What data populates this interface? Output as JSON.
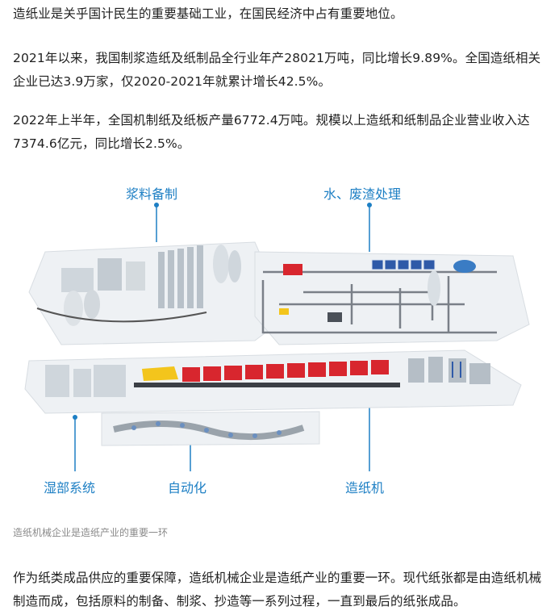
{
  "paragraphs": [
    "造纸业是关乎国计民生的重要基础工业，在国民经济中占有重要地位。",
    "2021年以来，我国制浆造纸及纸制品全行业年产28021万吨，同比增长9.89%。全国造纸相关企业已达3.9万家，仅2020-2021年就累计增长42.5%。",
    "2022年上半年，全国机制纸及纸板产量6772.4万吨。规模以上造纸和纸制品企业营业收入达7374.6亿元，同比增长2.5%。",
    "作为纸类成品供应的重要保障，造纸机械企业是造纸产业的重要一环。现代纸张都是由造纸机械制造而成，包括原料的制备、制浆、抄造等一系列过程，一直到最后的纸张成品。"
  ],
  "figure": {
    "labels": {
      "pulp": "浆料备制",
      "water": "水、废渣处理",
      "wet": "湿部系统",
      "auto": "自动化",
      "machine": "造纸机"
    },
    "colors": {
      "label": "#1d7fc4",
      "press_red": "#d8262e",
      "dryer_yellow": "#f3c51c",
      "platform": "#eef1f4"
    }
  },
  "caption": "造纸机械企业是造纸产业的重要一环"
}
